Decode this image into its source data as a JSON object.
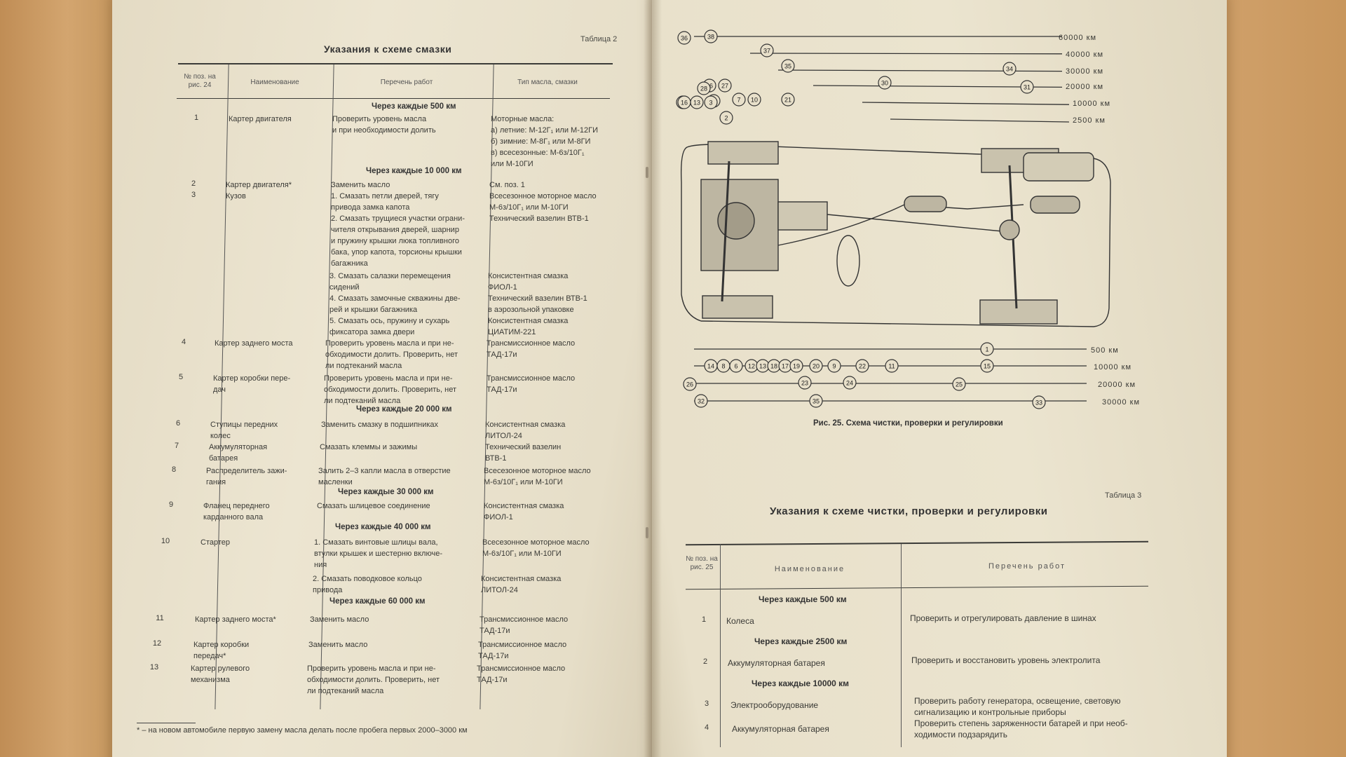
{
  "left_page": {
    "table_no": "Таблица 2",
    "title": "Указания к схеме смазки",
    "headers": [
      "№ поз. на рис. 24",
      "Наименование",
      "Перечень работ",
      "Тип масла, смазки"
    ],
    "sections": [
      "Через каждые 500 км",
      "Через каждые 10 000 км",
      "Через каждые 20 000 км",
      "Через каждые 30 000 км",
      "Через каждые 40 000 км",
      "Через каждые 60 000 км"
    ],
    "rows": [
      {
        "n": "1",
        "name": [
          "Картер двигателя"
        ],
        "work": [
          "Проверить уровень масла",
          "и при необходимости долить"
        ],
        "oil": [
          "Моторные масла:",
          "а) летние: М-12Г₁ или М-12ГИ",
          "б) зимние: М-8Г₁ или М-8ГИ",
          "в) всесезонные: М-6з/10Г₁",
          "или М-10ГИ"
        ]
      },
      {
        "n": "2",
        "name": [
          "Картер двигателя*"
        ],
        "work": [
          "Заменить масло"
        ],
        "oil": [
          "См. поз. 1"
        ]
      },
      {
        "n": "3",
        "name": [
          "Кузов"
        ],
        "work": [
          "1. Смазать петли дверей, тягу",
          "привода замка капота",
          "2. Смазать трущиеся участки ограни-",
          "чителя открывания дверей, шарнир",
          "и пружину крышки люка топливного",
          "бака, упор капота, торсионы крышки",
          "багажника",
          "3. Смазать салазки перемещения",
          "сидений",
          "4. Смазать замочные скважины две-",
          "рей и крышки багажника",
          "5. Смазать ось, пружину и сухарь",
          "фиксатора замка двери"
        ],
        "oil": [
          "Всесезонное моторное масло",
          "М-6з/10Г₁ или М-10ГИ",
          "Технический вазелин ВТВ-1",
          "",
          "",
          "",
          "",
          "Консистентная смазка",
          "ФИОЛ-1",
          "Технический вазелин ВТВ-1",
          "в аэрозольной упаковке",
          "Консистентная смазка",
          "ЦИАТИМ-221"
        ]
      },
      {
        "n": "4",
        "name": [
          "Картер заднего моста"
        ],
        "work": [
          "Проверить уровень масла и при не-",
          "обходимости долить. Проверить, нет",
          "ли подтеканий масла"
        ],
        "oil": [
          "Трансмиссионное масло",
          "ТАД-17и"
        ]
      },
      {
        "n": "5",
        "name": [
          "Картер коробки пере-",
          "дач"
        ],
        "work": [
          "Проверить уровень масла и при не-",
          "обходимости долить. Проверить, нет",
          "ли подтеканий масла"
        ],
        "oil": [
          "Трансмиссионное масло",
          "ТАД-17и"
        ]
      },
      {
        "n": "6",
        "name": [
          "Ступицы передних",
          "колес"
        ],
        "work": [
          "Заменить смазку в подшипниках"
        ],
        "oil": [
          "Консистентная смазка",
          "ЛИТОЛ-24"
        ]
      },
      {
        "n": "7",
        "name": [
          "Аккумуляторная",
          "батарея"
        ],
        "work": [
          "Смазать клеммы и зажимы"
        ],
        "oil": [
          "Технический вазелин",
          "ВТВ-1"
        ]
      },
      {
        "n": "8",
        "name": [
          "Распределитель зажи-",
          "гания"
        ],
        "work": [
          "Залить 2–3 капли масла в отверстие",
          "масленки"
        ],
        "oil": [
          "Всесезонное моторное масло",
          "М-6з/10Г₁ или М-10ГИ"
        ]
      },
      {
        "n": "9",
        "name": [
          "Фланец переднего",
          "карданного вала"
        ],
        "work": [
          "Смазать шлицевое соединение"
        ],
        "oil": [
          "Консистентная смазка",
          "ФИОЛ-1"
        ]
      },
      {
        "n": "10",
        "name": [
          "Стартер"
        ],
        "work": [
          "1. Смазать винтовые шлицы вала,",
          "втулки крышек и шестерню включе-",
          "ния",
          "2. Смазать поводковое кольцо",
          "привода"
        ],
        "oil": [
          "Всесезонное моторное масло",
          "М-6з/10Г₁ или М-10ГИ",
          "",
          "Консистентная смазка",
          "ЛИТОЛ-24"
        ]
      },
      {
        "n": "11",
        "name": [
          "Картер заднего моста*"
        ],
        "work": [
          "Заменить масло"
        ],
        "oil": [
          "Трансмиссионное масло",
          "ТАД-17и"
        ]
      },
      {
        "n": "12",
        "name": [
          "Картер коробки",
          "передач*"
        ],
        "work": [
          "Заменить масло"
        ],
        "oil": [
          "Трансмиссионное масло",
          "ТАД-17и"
        ]
      },
      {
        "n": "13",
        "name": [
          "Картер рулевого",
          "механизма"
        ],
        "work": [
          "Проверить уровень масла и при не-",
          "обходимости долить. Проверить, нет",
          "ли подтеканий масла"
        ],
        "oil": [
          "Трансмиссионное масло",
          "ТАД-17и"
        ]
      }
    ],
    "footnote": "* – на новом автомобиле первую замену масла делать после пробега первых 2000–3000 км"
  },
  "right_page": {
    "diagram": {
      "top_labels": [
        "60000 км",
        "40000 км",
        "30000 км",
        "20000 км",
        "10000 км",
        "2500 км"
      ],
      "bottom_labels": [
        "500 км",
        "10000 км",
        "20000 км",
        "30000 км"
      ],
      "top_markers": [
        "36",
        "38",
        "37",
        "26",
        "35",
        "34",
        "30",
        "31",
        "28",
        "27",
        "22",
        "4",
        "7",
        "10",
        "21",
        "2"
      ],
      "left_markers": [
        "16",
        "13",
        "3"
      ],
      "bottom_markers": [
        "14",
        "8",
        "6",
        "12",
        "13",
        "18",
        "17",
        "19",
        "20",
        "9",
        "22",
        "11",
        "25",
        "15",
        "1",
        "24",
        "23",
        "26",
        "32",
        "35",
        "33"
      ]
    },
    "caption": "Рис. 25. Схема чистки, проверки и регулировки",
    "table_no": "Таблица 3",
    "title": "Указания к схеме чистки,   проверки и регулировки",
    "headers": [
      "№ поз. на рис. 25",
      "Наименование",
      "Перечень работ"
    ],
    "sections": [
      "Через каждые 500 км",
      "Через каждые 2500 км",
      "Через каждые 10000 км"
    ],
    "rows": [
      {
        "n": "1",
        "name": "Колеса",
        "work": [
          "Проверить и отрегулировать давление в шинах"
        ]
      },
      {
        "n": "2",
        "name": "Аккумуляторная батарея",
        "work": [
          "Проверить и восстановить уровень электролита"
        ]
      },
      {
        "n": "3",
        "name": "Электрооборудование",
        "work": [
          "Проверить работу генератора, освещение, световую",
          "сигнализацию и контрольные приборы"
        ]
      },
      {
        "n": "4",
        "name": "Аккумуляторная батарея",
        "work": [
          "Проверить степень заряженности батарей и при необ-",
          "ходимости подзарядить"
        ]
      }
    ]
  }
}
